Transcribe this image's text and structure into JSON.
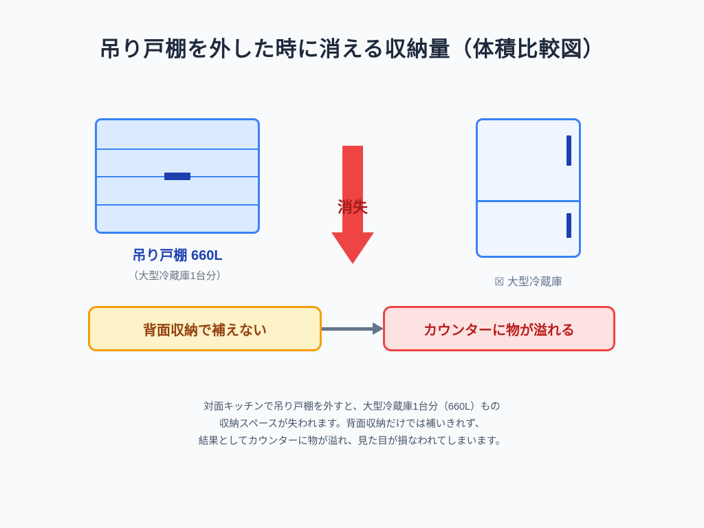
{
  "title": "吊り戸棚を外した時に消える収納量（体積比較図）",
  "cabinet": {
    "label": "吊り戸棚 660L",
    "sublabel": "（大型冷蔵庫1台分）",
    "fill_color": "#dbeafe",
    "border_color": "#3b82f6",
    "handle_color": "#1e40af",
    "label_color": "#1e40af"
  },
  "arrow": {
    "label": "消失",
    "color": "#ef4444",
    "label_color": "#a61b1b"
  },
  "fridge": {
    "label": "☒ 大型冷蔵庫",
    "fill_color": "#eff6ff",
    "border_color": "#3b82f6",
    "handle_color": "#1e40af",
    "label_color": "#64748b"
  },
  "callouts": {
    "cause": {
      "text": "背面収納で補えない",
      "fill_color": "#fdf2c8",
      "border_color": "#f59e0b",
      "text_color": "#92400e"
    },
    "effect": {
      "text": "カウンターに物が溢れる",
      "fill_color": "#fde2e2",
      "border_color": "#ef4444",
      "text_color": "#b91c1c"
    },
    "connector_color": "#64748b"
  },
  "description": {
    "lines": [
      "対面キッチンで吊り戸棚を外すと、大型冷蔵庫1台分（660L）もの",
      "収納スペースが失われます。背面収納だけでは補いきれず、",
      "結果としてカウンターに物が溢れ、見た目が損なわれてしまいます。"
    ],
    "color": "#475569"
  },
  "background_color": "#f8fafc",
  "title_color": "#1e293b"
}
